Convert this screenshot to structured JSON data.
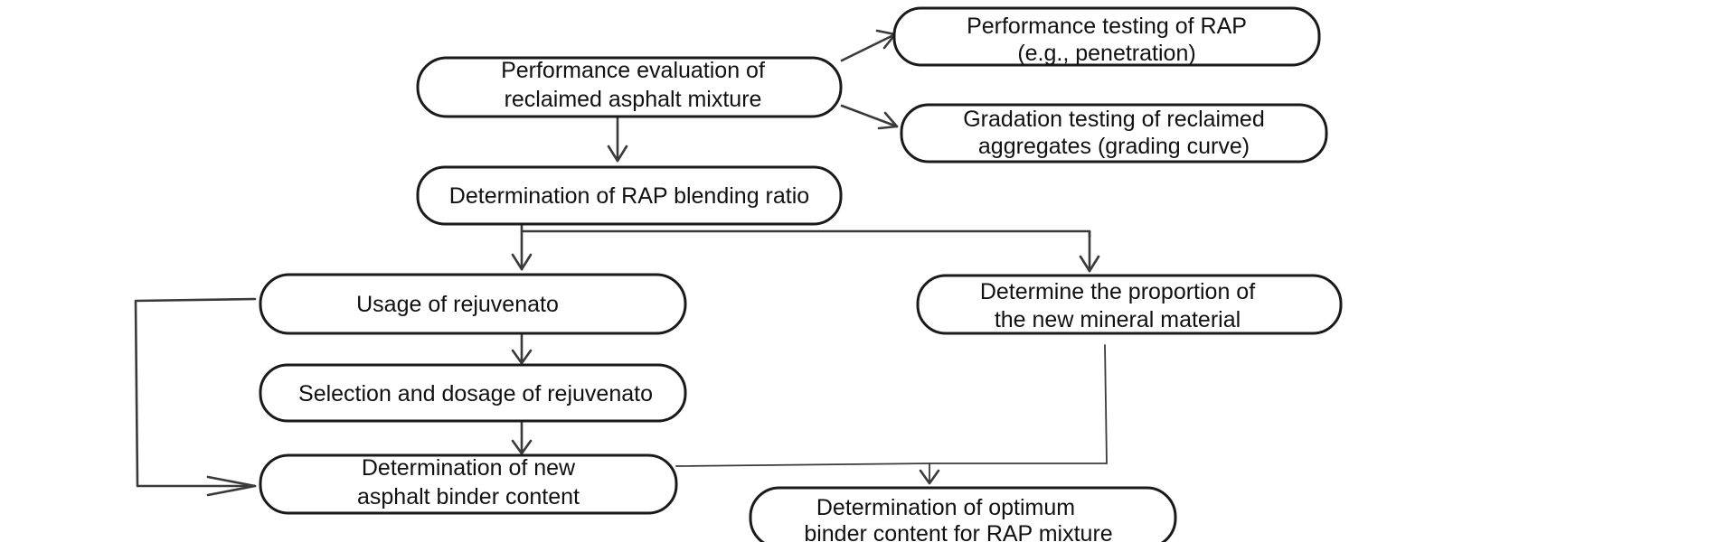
{
  "flowchart": {
    "nodes": {
      "performance_evaluation": {
        "lines": [
          "Performance evaluation of",
          "reclaimed asphalt mixture"
        ]
      },
      "performance_testing_rap": {
        "lines": [
          "Performance testing of RAP",
          "(e.g., penetration)"
        ]
      },
      "gradation_testing": {
        "lines": [
          "Gradation testing of reclaimed",
          "aggregates (grading curve)"
        ]
      },
      "rap_blending_ratio": {
        "lines": [
          "Determination of RAP blending ratio"
        ]
      },
      "usage_rejuvenato": {
        "lines": [
          "Usage of rejuvenato"
        ]
      },
      "new_mineral_proportion": {
        "lines": [
          "Determine the proportion of",
          "the new mineral material"
        ]
      },
      "selection_dosage_rejuvenato": {
        "lines": [
          "Selection and dosage of rejuvenato"
        ]
      },
      "new_binder_content": {
        "lines": [
          "Determination of new",
          "asphalt binder content"
        ]
      },
      "optimum_binder_content": {
        "lines": [
          "Determination of optimum",
          "binder content for RAP mixture"
        ]
      }
    }
  }
}
